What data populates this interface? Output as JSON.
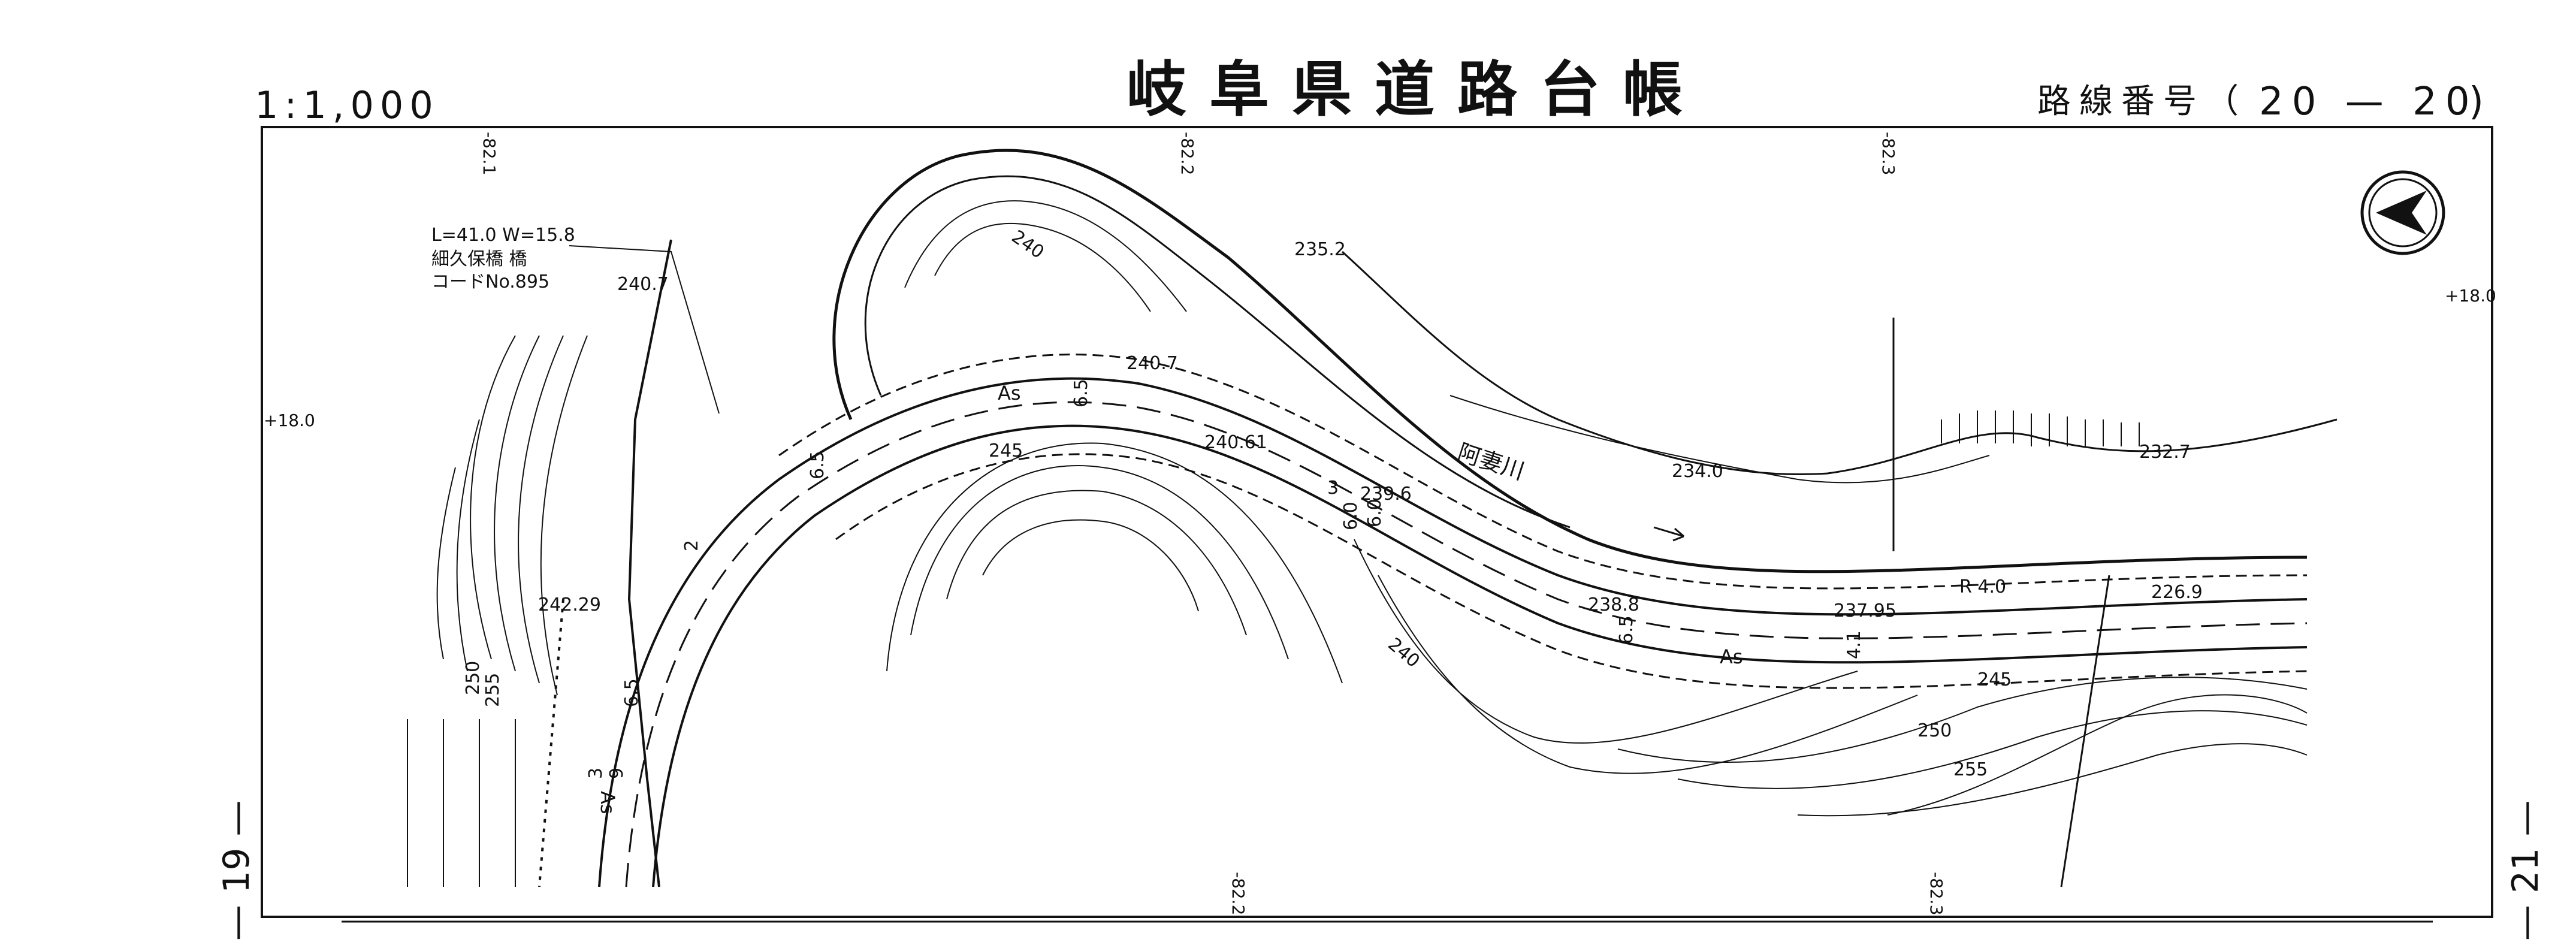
{
  "header": {
    "scale": "1:1,000",
    "title": "岐阜県道路台帳",
    "route_label": "路線番号（",
    "route_number": "20 — 20",
    "route_close": ")"
  },
  "bridge_info": {
    "dimensions": "L=41.0  W=15.8",
    "name": "細久保橋 橋",
    "code": "コードNo.895"
  },
  "grid": {
    "top_labels": [
      "-82.1",
      "-82.2",
      "-82.3"
    ],
    "bottom_labels": [
      "-82.2",
      "-82.3"
    ],
    "left_label": "+18.0",
    "right_label": "+18.0"
  },
  "side_labels": {
    "left": "— 19 —",
    "right": "— 21 —"
  },
  "river_name": "阿妻川",
  "spot_heights": [
    "240.7",
    "235.2",
    "240.7",
    "240.61",
    "239.6",
    "238.8",
    "237.95",
    "234.0",
    "232.7",
    "226.9",
    "242.29"
  ],
  "contour_labels": [
    "240",
    "245",
    "240",
    "245",
    "250",
    "255",
    "250",
    "255"
  ],
  "road_labels": {
    "surface_top": "As",
    "surface_lower": "As",
    "surface_left": "As",
    "route_mark": "R 4.0"
  },
  "widths": [
    "6.5",
    "6.5",
    "6.5",
    "6.5",
    "6.0",
    "6.0",
    "3",
    "4.1",
    "2",
    "3",
    "9"
  ],
  "north_arrow": "north-arrow-icon",
  "colors": {
    "ink": "#111111",
    "paper": "#ffffff"
  }
}
